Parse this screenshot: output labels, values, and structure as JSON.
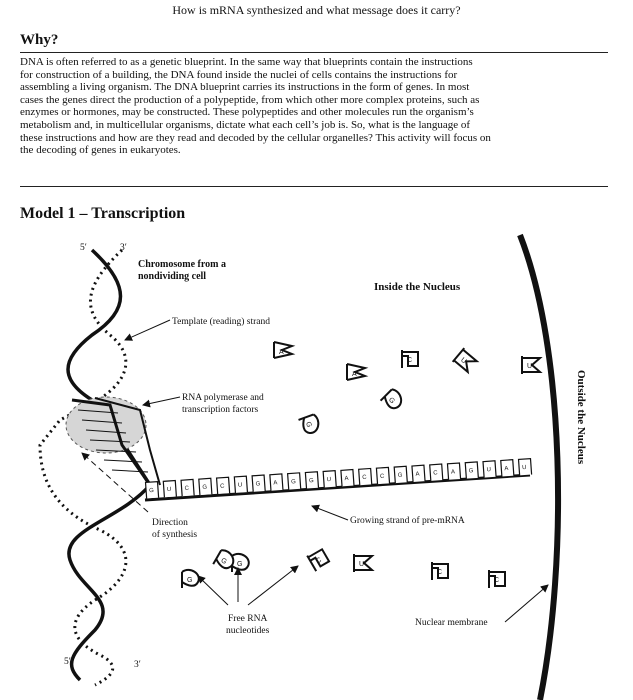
{
  "question": "How is mRNA synthesized and what message does it carry?",
  "why": {
    "title": "Why?",
    "lines": [
      "DNA is often referred to as a genetic blueprint. In the same way that blueprints contain the instructions",
      "for construction of a building, the DNA found inside the nuclei of cells contains the instructions for",
      "assembling a living organism. The DNA blueprint carries its instructions in the form of genes. In most",
      "cases the genes direct the production of a polypeptide, from which other more complex proteins, such as",
      "enzymes or hormones, may be constructed. These polypeptides and other molecules run the organism’s",
      "metabolism and, in multicellular organisms, dictate what each cell’s job is. So, what is the language of",
      "these instructions and how are they read and decoded by the cellular organelles? This activity will focus on",
      "the decoding of genes in eukaryotes."
    ]
  },
  "model": {
    "title": "Model 1 – Transcription",
    "labels": {
      "five_prime_top": "5′",
      "three_prime_top": "3′",
      "chromosome_line1": "Chromosome from a",
      "chromosome_line2": "nondividing cell",
      "inside_nucleus": "Inside the Nucleus",
      "outside_nucleus": "Outside the Nucleus",
      "template_strand": "Template (reading) strand",
      "polymerase_line1": "RNA polymerase and",
      "polymerase_line2": "transcription factors",
      "direction_line1": "Direction",
      "direction_line2": "of synthesis",
      "growing_strand": "Growing strand of pre-mRNA",
      "free_line1": "Free RNA",
      "free_line2": "nucleotides",
      "nuclear_membrane": "Nuclear membrane",
      "five_prime_bottom": "5′",
      "three_prime_bottom": "3′"
    },
    "free_nucleotides": [
      {
        "base": "A"
      },
      {
        "base": "A"
      },
      {
        "base": "C"
      },
      {
        "base": "U"
      },
      {
        "base": "U"
      },
      {
        "base": "G"
      },
      {
        "base": "G"
      },
      {
        "base": "G"
      },
      {
        "base": "C"
      },
      {
        "base": "G"
      },
      {
        "base": "G"
      },
      {
        "base": "U"
      },
      {
        "base": "C"
      },
      {
        "base": "C"
      }
    ],
    "pre_mrna_bases": [
      "G",
      "U",
      "C",
      "G",
      "C",
      "U",
      "G",
      "A",
      "G",
      "G",
      "U",
      "A",
      "C",
      "C",
      "G",
      "A",
      "C",
      "A",
      "G",
      "U",
      "A",
      "U"
    ]
  }
}
